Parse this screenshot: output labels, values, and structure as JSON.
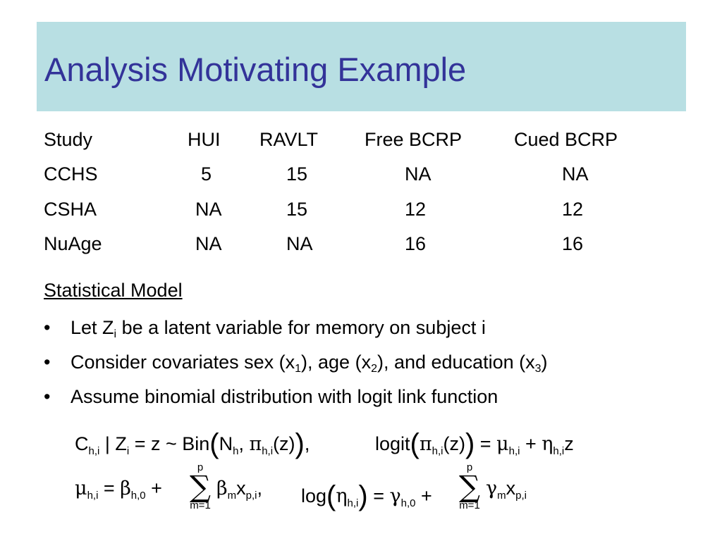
{
  "title": "Analysis Motivating Example",
  "table": {
    "headers": [
      "Study",
      "HUI",
      "RAVLT",
      "Free BCRP",
      "Cued BCRP"
    ],
    "rows": [
      [
        "CCHS",
        "5",
        "15",
        "NA",
        "NA"
      ],
      [
        "CSHA",
        "NA",
        "15",
        "12",
        "12"
      ],
      [
        "NuAge",
        "NA",
        "NA",
        "16",
        "16"
      ]
    ]
  },
  "section_heading": "Statistical Model",
  "bullet_glyph": "•",
  "bullets": {
    "b1": {
      "pre": "Let Z",
      "sub": "i",
      "post": " be a latent variable for memory on subject i"
    },
    "b2": {
      "t1": "Consider covariates sex (x",
      "s1": "1",
      "t2": "), age (x",
      "s2": "2",
      "t3": "), and education (x",
      "s3": "3",
      "t4": ")"
    },
    "b3": {
      "text": "Assume binomial distribution with logit link function"
    }
  },
  "equations": {
    "eq1_left": {
      "C": "C",
      "h_i": "h,i",
      "bar": " | Z",
      "i": "i",
      "eq": " = z ~ Bin",
      "N": "N",
      "h": "h",
      "comma": ", ",
      "pi": "π",
      "z": "(z)",
      "tail": ","
    },
    "eq1_right": {
      "logit": "logit",
      "pi": "π",
      "h_i": "h,i",
      "z": "(z)",
      "eq": " = ",
      "mu": "μ",
      "plus": " + ",
      "eta": "η",
      "zvar": "z"
    },
    "eq2_left": {
      "mu": "μ",
      "h_i": "h,i",
      "eq": " = ",
      "beta": "β",
      "h0": "h,0",
      "plus": " + ",
      "sum_top": "p",
      "sum": "∑",
      "sum_bottom": "m=1",
      "beta_m": "β",
      "m": "m",
      "x": "x",
      "p_i": "p,i",
      "comma": ","
    },
    "eq2_right": {
      "log": "log",
      "eta": "η",
      "h_i": "h,i",
      "eq": " = ",
      "gamma": "γ",
      "h0": "h,0",
      "plus": " + ",
      "sum_top": "p",
      "sum": "∑",
      "sum_bottom": "m=1",
      "gamma_m": "γ",
      "m": "m",
      "x": "x",
      "p_i": "p,i"
    }
  }
}
